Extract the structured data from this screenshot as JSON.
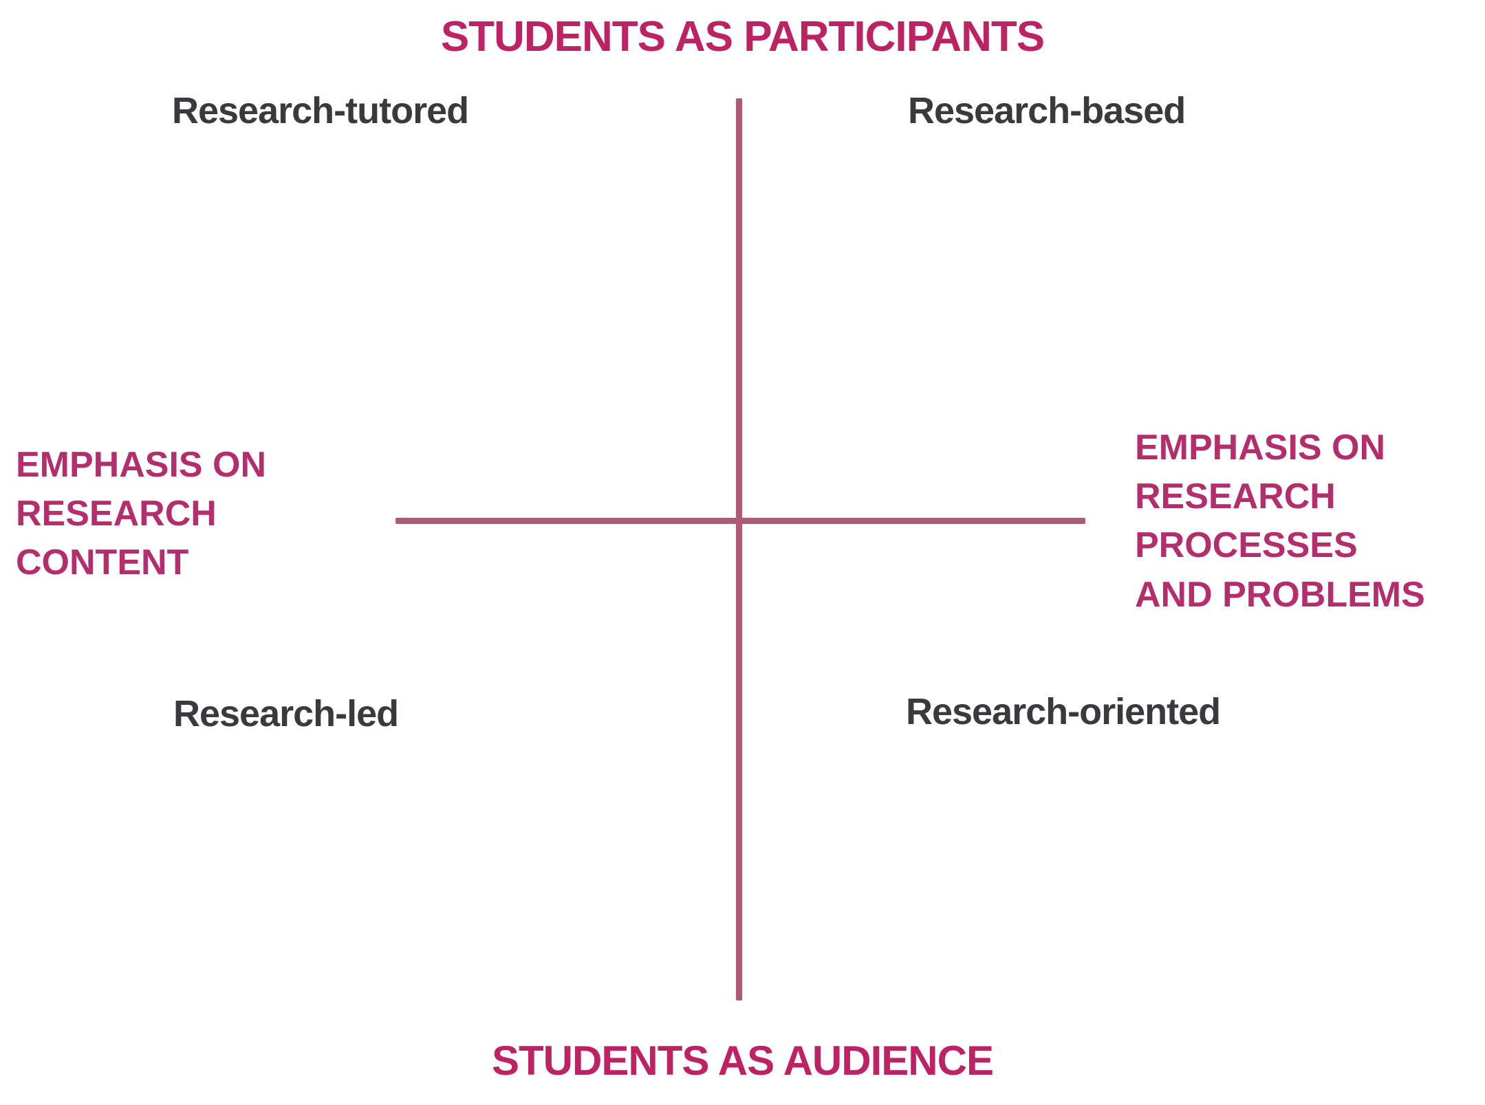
{
  "diagram": {
    "title_top": "STUDENTS AS PARTICIPANTS",
    "title_bottom": "STUDENTS AS AUDIENCE",
    "axis_left": "EMPHASIS ON\nRESEARCH\nCONTENT",
    "axis_right": "EMPHASIS ON\nRESEARCH\nPROCESSES\nAND PROBLEMS",
    "quadrants": {
      "top_left": "Research-tutored",
      "top_right": "Research-based",
      "bottom_left": "Research-led",
      "bottom_right": "Research-oriented"
    }
  },
  "colors": {
    "accent_magenta": "#bd2264",
    "axis_label_magenta": "#b42e6d",
    "line_rose": "#b05a76",
    "quadrant_text": "#3a3a3e",
    "background": "#ffffff"
  }
}
